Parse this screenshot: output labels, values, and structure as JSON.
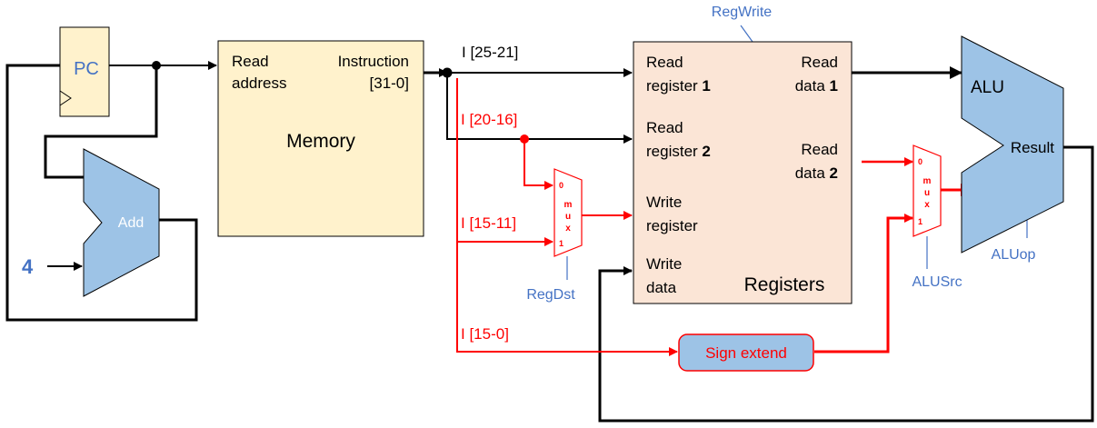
{
  "pc": {
    "label": "PC"
  },
  "adder": {
    "label": "Add",
    "constant": "4"
  },
  "memory": {
    "read_address_1": "Read",
    "read_address_2": "address",
    "instruction_1": "Instruction",
    "instruction_2": "[31-0]",
    "title": "Memory"
  },
  "fields": {
    "rs": "I [25-21]",
    "rt": "I [20-16]",
    "rd": "I [15-11]",
    "imm": "I [15-0]"
  },
  "registers": {
    "read_reg1_a": "Read",
    "read_reg1_b": "register ",
    "read_reg1_num": "1",
    "read_reg2_a": "Read",
    "read_reg2_b": "register ",
    "read_reg2_num": "2",
    "write_reg_a": "Write",
    "write_reg_b": "register",
    "write_data_a": "Write",
    "write_data_b": "data",
    "read_data1_a": "Read",
    "read_data1_b": "data ",
    "read_data1_num": "1",
    "read_data2_a": "Read",
    "read_data2_b": "data ",
    "read_data2_num": "2",
    "title": "Registers"
  },
  "control": {
    "regwrite": "RegWrite",
    "regdst": "RegDst",
    "alusrc": "ALUSrc",
    "aluop": "ALUop"
  },
  "mux_regdst": {
    "in0": "0",
    "in1": "1",
    "m": "m",
    "u": "u",
    "x": "x"
  },
  "mux_alusrc": {
    "in0": "0",
    "in1": "1",
    "m": "m",
    "u": "u",
    "x": "x"
  },
  "sign_extend": {
    "label": "Sign extend"
  },
  "alu": {
    "label": "ALU",
    "result": "Result"
  },
  "colors": {
    "pc_fill": "#fff2cc",
    "memory_fill": "#fff2cc",
    "registers_fill": "#fbe5d6",
    "alu_fill": "#9dc3e6",
    "adder_fill": "#9dc3e6",
    "sign_extend_fill": "#9dc3e6",
    "red_wire": "#ff0000",
    "black_wire": "#000000",
    "control_text": "#4472c4"
  }
}
